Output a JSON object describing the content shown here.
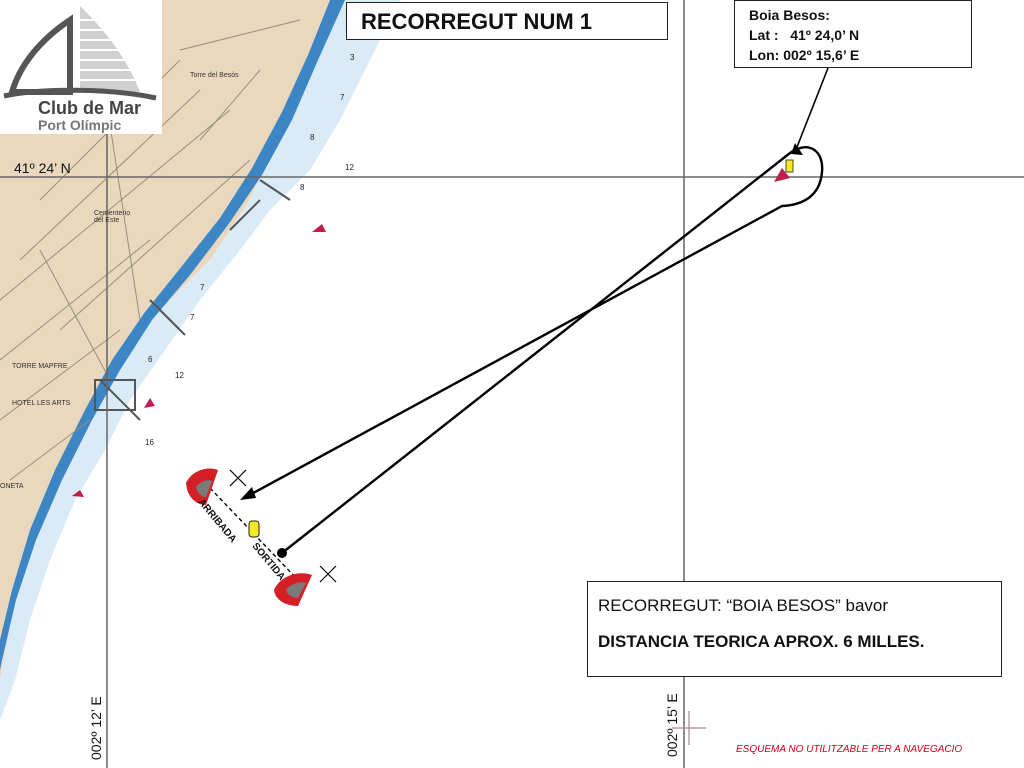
{
  "title": "RECORREGUT NUM 1",
  "buoy": {
    "name": "Boia Besos:",
    "lat": "Lat :   41º 24,0’ N",
    "lon": "Lon: 002º 15,6’ E"
  },
  "logo": {
    "line1": "Club de Mar",
    "line2": "Port Olímpic"
  },
  "grid": {
    "lat_label": "41º 24’ N",
    "lon_label_1": "002º 12’ E",
    "lon_label_2": "002º 15’ E"
  },
  "course": {
    "arrival_label": "ARRIBADA",
    "start_label": "SORTIDA"
  },
  "info": {
    "line1": "RECORREGUT: “BOIA BESOS” bavor",
    "line2": "DISTANCIA TEORICA APROX. 6 MILLES."
  },
  "disclaimer": "ESQUEMA NO UTILITZABLE PER A  NAVEGACIO",
  "places": {
    "p1": "Torre del Besòs",
    "p2": "Cementerio del Este",
    "p3": "TORRE MAPFRE",
    "p4": "HOTEL LES ARTS",
    "p5": "ONETA"
  },
  "colors": {
    "land": "#e9d8bd",
    "shallow": "#d8ebf6",
    "water": "#ffffff",
    "coast_water": "#3d86c6",
    "mark_red": "#d41f26",
    "buoy_yellow": "#f6ea22",
    "disclaimer": "#d0001b"
  }
}
